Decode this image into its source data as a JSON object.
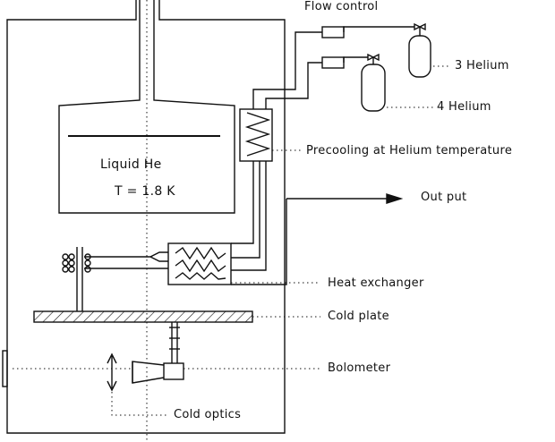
{
  "labels": {
    "flow_control": "Flow control",
    "helium3": "3 Helium",
    "helium4": "4 Helium",
    "precooling": "Precooling at Helium temperature",
    "liquid_he": "Liquid He",
    "temperature": "T = 1.8 K",
    "output": "Out put",
    "heat_exchanger": "Heat exchanger",
    "cold_plate": "Cold plate",
    "bolometer": "Bolometer",
    "cold_optics": "Cold optics"
  },
  "colors": {
    "ink": "#111111",
    "background": "#ffffff"
  }
}
